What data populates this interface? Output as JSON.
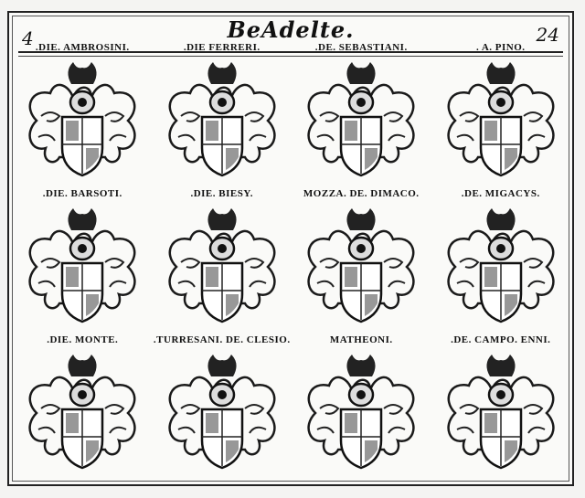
{
  "page": {
    "title": "BeAdelte.",
    "folio_left": "4",
    "folio_right": "24"
  },
  "rows": [
    {
      "cells": [
        {
          "label": ".DIE. AMBROSINI.",
          "crest": "shield-bend-lion"
        },
        {
          "label": ".DIE FERRERI.",
          "crest": "helm-quartered-eagle"
        },
        {
          "label": ".DE. SEBASTIANI.",
          "crest": "crowned-helm-swan-wheel"
        },
        {
          "label": ". A. PINO.",
          "crest": "helm-quartered-pine"
        }
      ]
    },
    {
      "cells": [
        {
          "label": ".DIE. BARSOTI.",
          "crest": "eagle-crest-helm"
        },
        {
          "label": ".DIE. BIESY.",
          "crest": "sun-crest-roundels"
        },
        {
          "label": "MOZZA. DE. DIMACO.",
          "crest": "eagle-crest-quartered"
        },
        {
          "label": ".DE. MIGACYS.",
          "crest": "eagle-crest-bend"
        }
      ]
    },
    {
      "cells": [
        {
          "label": ".DIE. MONTE.",
          "crest": "helm-saltire"
        },
        {
          "label": ".TURRESANI. DE. CLESIO.",
          "crest": "lion-crest-tower-stars"
        },
        {
          "label": "MATHEONI.",
          "crest": "cross-crest-quartered"
        },
        {
          "label": ".DE. CAMPO. ENNI.",
          "crest": "lion-crest-dancetty"
        }
      ]
    }
  ]
}
